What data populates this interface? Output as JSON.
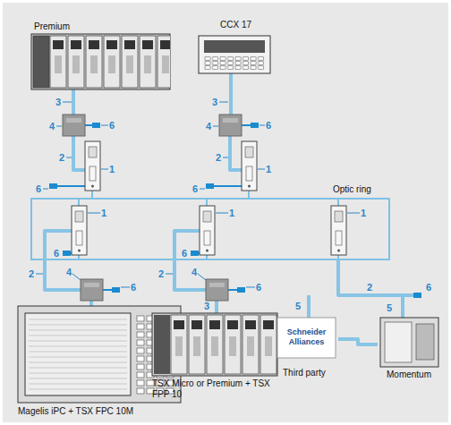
{
  "diagram": {
    "nodes": [
      {
        "text": [
          "Premium"
        ]
      },
      {
        "text": [
          "CCX 17"
        ]
      },
      {
        "text": [
          "Magelis iPC + TSX FPC 10M"
        ]
      },
      {
        "text": [
          "TSX Micro or Premium + TSX FPP 10"
        ]
      },
      {
        "text": [
          "Schneider Alliances",
          "Third party"
        ]
      },
      {
        "text": [
          "Momentum"
        ]
      }
    ],
    "edges": [
      {
        "from": 4,
        "to": 5,
        "arrow": "none"
      }
    ],
    "labels": [
      "3",
      "4",
      "6",
      "2",
      "1",
      "6",
      "3",
      "4",
      "6",
      "2",
      "1",
      "6",
      "Optic ring",
      "1",
      "6",
      "1",
      "6",
      "1",
      "2",
      "4",
      "6",
      "2",
      "4",
      "6",
      "3",
      "5",
      "2",
      "6",
      "5"
    ]
  }
}
